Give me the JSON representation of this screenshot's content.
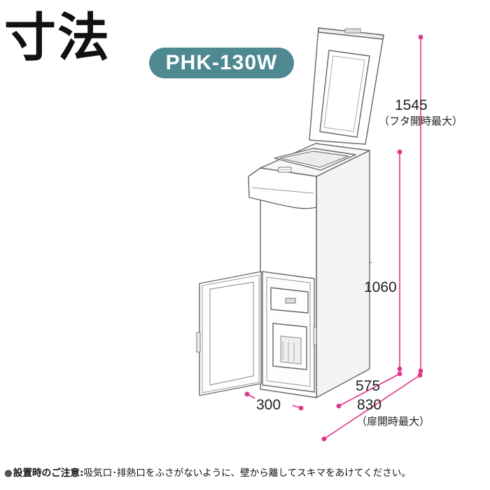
{
  "title": "寸法",
  "model": "PHK-130W",
  "dimensions": {
    "height_open_value": "1545",
    "height_open_note": "（フタ開時最大）",
    "height_value": "1060",
    "width_value": "300",
    "depth_value": "575",
    "depth_open_value": "830",
    "depth_open_note": "（扉開時最大）"
  },
  "colors": {
    "badge": "#4e8890",
    "dimension_line": "#e0338a",
    "outline": "#666666"
  },
  "footer": {
    "bullet": "●",
    "lead": "設置時のご注意:",
    "text": "吸気口･排熱口をふさがないように、壁から離してスキマをあけてください。"
  }
}
